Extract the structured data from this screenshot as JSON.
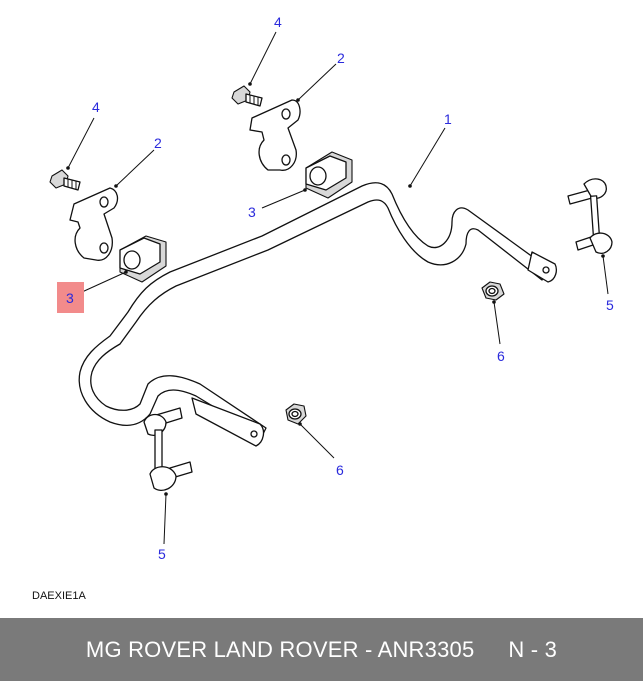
{
  "diagram": {
    "callouts": {
      "c1": "1",
      "c2a": "2",
      "c2b": "2",
      "c3a": "3",
      "c3b": "3",
      "c4a": "4",
      "c4b": "4",
      "c5a": "5",
      "c5b": "5",
      "c6a": "6",
      "c6b": "6"
    },
    "highlighted_callout": "3",
    "highlight_color": "#f28b8b",
    "callout_color": "#2a2adc",
    "code": "DAEXIE1A"
  },
  "footer": {
    "title": "MG ROVER LAND ROVER - ANR3305",
    "page_ref": "N - 3",
    "background": "#7a7a7a"
  }
}
